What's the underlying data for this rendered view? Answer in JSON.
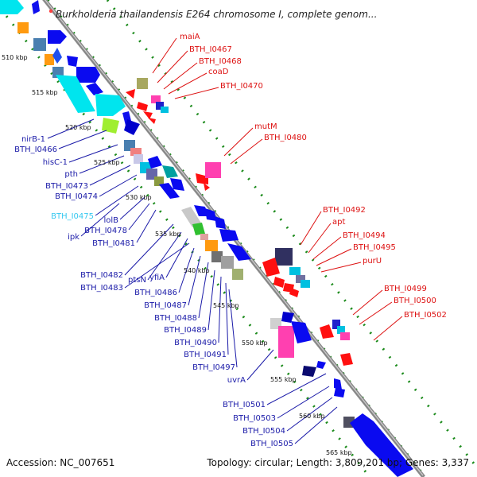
{
  "title": "Burkholderia thailandensis E264 chromosome I, complete genom...",
  "footer": {
    "accession": "Accession: NC_007651",
    "summary": "Topology: circular; Length: 3,809,201 bp; Genes: 3,337"
  },
  "colors": {
    "backbone": "#888888",
    "forward_label": "#dd1111",
    "reverse_label": "#1a1aa8",
    "highlight_label": "#35c8f0",
    "dotted_track": "#1a8a1a"
  },
  "scale_ticks": [
    "510 kbp",
    "515 kbp",
    "520 kbp",
    "525 kbp",
    "530 kbp",
    "535 kbp",
    "540 kbp",
    "545 kbp",
    "550 kbp",
    "555 kbp",
    "560 kbp",
    "565 kbp"
  ],
  "forward_labels": [
    "maiA",
    "BTH_I0467",
    "BTH_I0468",
    "coaD",
    "BTH_I0470",
    "mutM",
    "BTH_I0480",
    "BTH_I0492",
    "apt",
    "BTH_I0494",
    "BTH_I0495",
    "purU",
    "BTH_I0499",
    "BTH_I0500",
    "BTH_I0502"
  ],
  "reverse_labels": [
    "nirB-1",
    "BTH_I0466",
    "hisC-1",
    "pth",
    "BTH_I0473",
    "BTH_I0474",
    "BTH_I0475",
    "lolB",
    "ipk",
    "BTH_I0478",
    "BTH_I0481",
    "BTH_I0482",
    "ptsN",
    "yfiA",
    "BTH_I0483",
    "BTH_I0486",
    "BTH_I0487",
    "BTH_I0488",
    "BTH_I0489",
    "BTH_I0490",
    "BTH_I0491",
    "BTH_I0497",
    "uvrA",
    "BTH_I0501",
    "BTH_I0503",
    "BTH_I0504",
    "BTH_I0505"
  ],
  "highlighted_label": "BTH_I0475"
}
